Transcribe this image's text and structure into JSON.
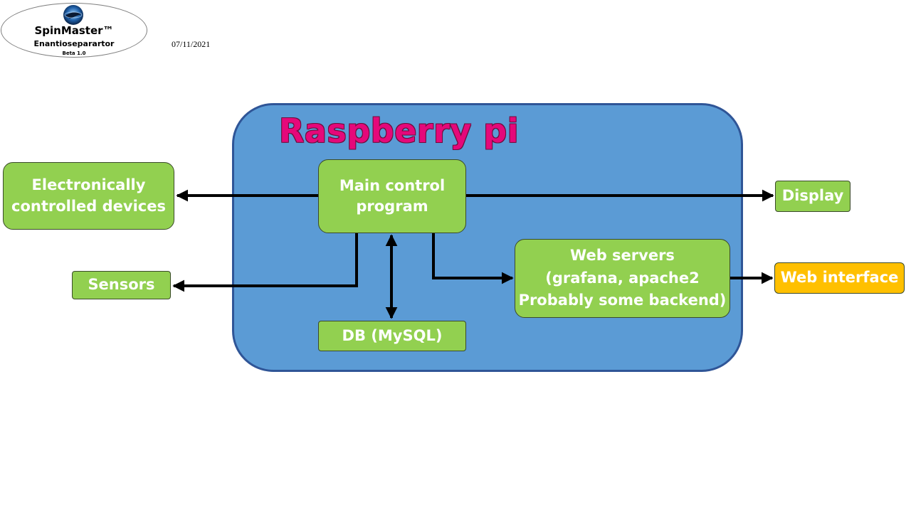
{
  "header": {
    "logo": {
      "brand": "SpinMaster™",
      "product": "Enantioseparartor",
      "version": "Beta 1.0",
      "icon": "spinning-disc-logo-icon"
    },
    "date": "07/11/2021"
  },
  "diagram": {
    "container_title": "Raspberry pi",
    "nodes": {
      "main_control": "Main control\nprogram",
      "devices": "Electronically\ncontrolled devices",
      "sensors": "Sensors",
      "display": "Display",
      "db": "DB (MySQL)",
      "web_servers": "Web servers\n(grafana, apache2\nProbably some backend)",
      "web_interface": "Web interface"
    },
    "colors": {
      "container_fill": "#5b9bd5",
      "container_border": "#2f5597",
      "node_fill": "#92d050",
      "web_interface_fill": "#ffc000",
      "title_color": "#e5087a",
      "arrow_color": "#000000"
    },
    "edges": [
      {
        "from": "main_control",
        "to": "devices"
      },
      {
        "from": "main_control",
        "to": "display"
      },
      {
        "from": "main_control",
        "to": "sensors"
      },
      {
        "from": "main_control",
        "to": "db",
        "bidirectional": true
      },
      {
        "from": "main_control",
        "to": "web_servers"
      },
      {
        "from": "web_servers",
        "to": "web_interface"
      }
    ]
  }
}
